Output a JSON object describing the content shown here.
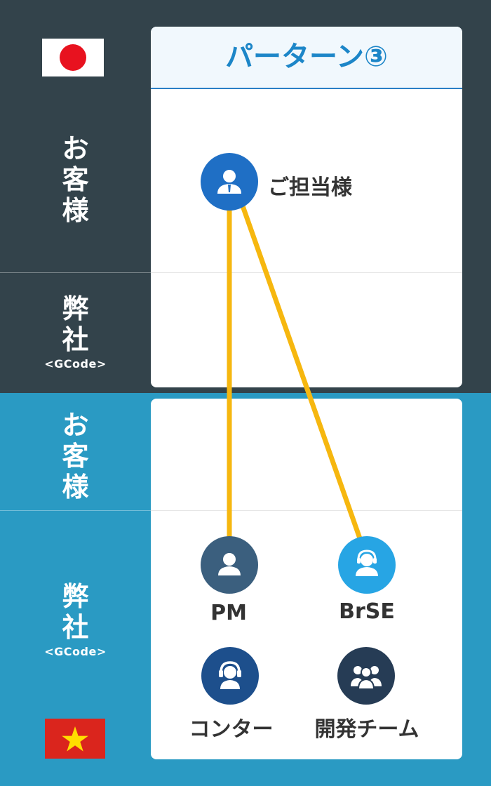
{
  "title": "パーターン③",
  "left_panel": {
    "top_customer": [
      "お",
      "客",
      "様"
    ],
    "top_company": [
      "弊",
      "社"
    ],
    "top_company_sub": "<GCode>",
    "bottom_customer": [
      "お",
      "客",
      "様"
    ],
    "bottom_company": [
      "弊",
      "社"
    ],
    "bottom_company_sub": "<GCode>"
  },
  "flags": {
    "top": "japan-flag",
    "bottom": "vietnam-flag"
  },
  "nodes": {
    "client": {
      "label": "ご担当様",
      "icon": "business-person-icon",
      "color": "#1f6fc5"
    },
    "pm": {
      "label": "PM",
      "icon": "person-icon",
      "color": "#3b5f7e"
    },
    "brse": {
      "label": "BrSE",
      "icon": "headset-person-icon",
      "color": "#27a5e4"
    },
    "comtor": {
      "label": "コンター",
      "icon": "headset-icon",
      "color": "#1d4f8c"
    },
    "dev_team": {
      "label": "開発チーム",
      "icon": "team-icon",
      "color": "#263c55"
    }
  },
  "connections": [
    {
      "from": "client",
      "to": "pm"
    },
    {
      "from": "client",
      "to": "brse"
    }
  ],
  "colors": {
    "top_band": "#33434b",
    "bottom_band": "#2a9ac3",
    "connector": "#f6b70f",
    "title": "#1d86c8"
  }
}
